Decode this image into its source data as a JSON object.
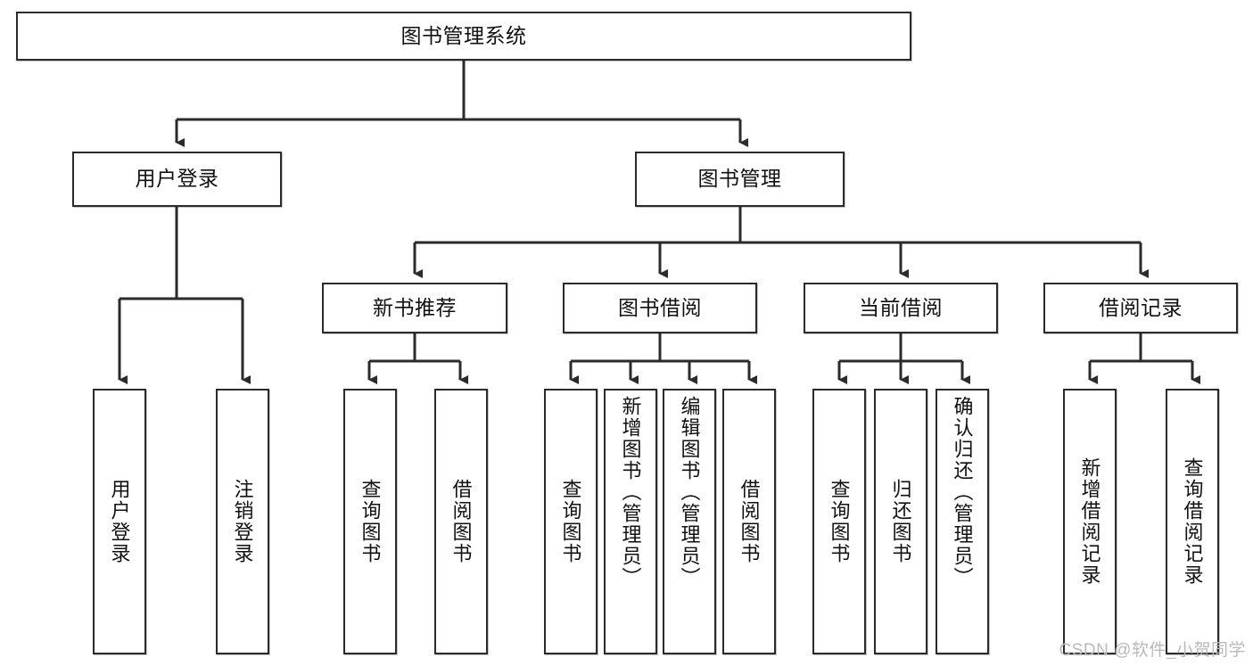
{
  "diagram": {
    "title": "图书管理系统",
    "type": "hierarchy-tree",
    "watermark": "CSDN @软件_小贺同学",
    "colors": {
      "stroke": "#2b2b2b",
      "fill": "#ffffff",
      "text": "#111111",
      "watermark": "#b9b9b9"
    },
    "levels": {
      "root": {
        "label": "图书管理系统"
      },
      "level2": [
        {
          "label": "用户登录"
        },
        {
          "label": "图书管理"
        }
      ],
      "level3": [
        {
          "label": "新书推荐"
        },
        {
          "label": "图书借阅"
        },
        {
          "label": "当前借阅"
        },
        {
          "label": "借阅记录"
        }
      ],
      "leaves": {
        "user_login": [
          {
            "label": "用户登录"
          },
          {
            "label": "注销登录"
          }
        ],
        "new_book_recommend": [
          {
            "label": "查询图书"
          },
          {
            "label": "借阅图书"
          }
        ],
        "book_borrow": [
          {
            "label": "查询图书"
          },
          {
            "label": "新增图书（管理员）"
          },
          {
            "label": "编辑图书（管理员）"
          },
          {
            "label": "借阅图书"
          }
        ],
        "current_borrow": [
          {
            "label": "查询图书"
          },
          {
            "label": "归还图书"
          },
          {
            "label": "确认归还（管理员）"
          }
        ],
        "borrow_records": [
          {
            "label": "新增借阅记录"
          },
          {
            "label": "查询借阅记录"
          }
        ]
      }
    }
  }
}
